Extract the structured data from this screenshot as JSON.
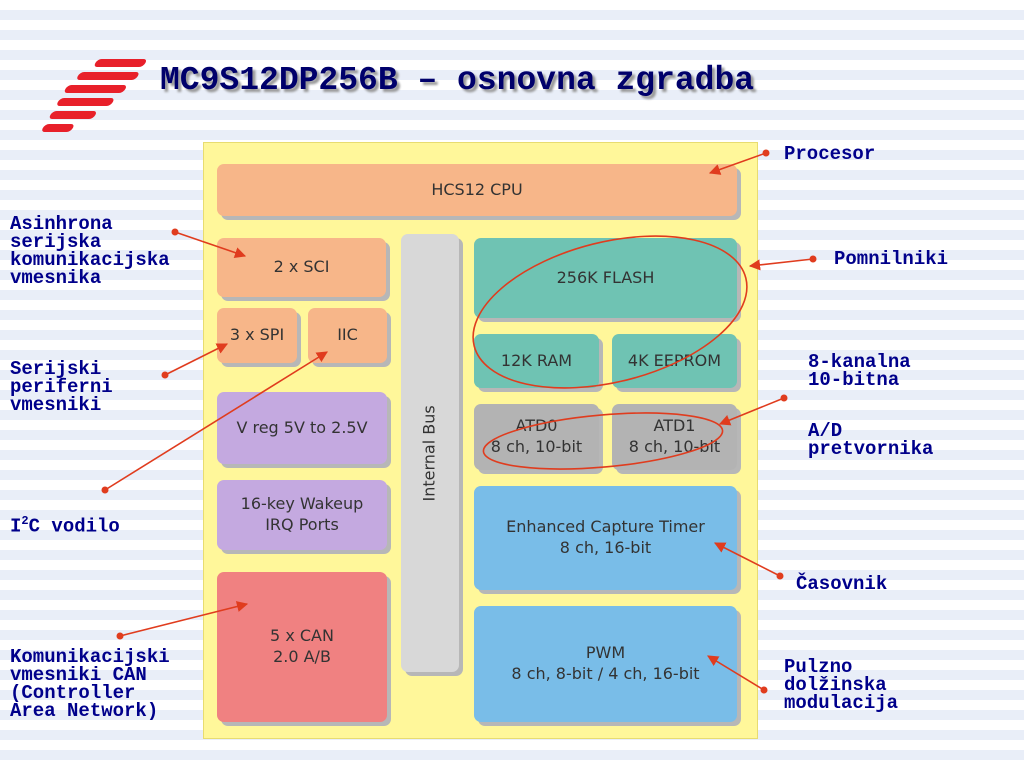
{
  "title": "MC9S12DP256B – osnovna zgradba",
  "blocks": {
    "cpu": "HCS12 CPU",
    "sci": "2 x SCI",
    "spi": "3 x SPI",
    "iic": "IIC",
    "vreg": "V reg 5V to 2.5V",
    "wakeup_1": "16-key Wakeup",
    "wakeup_2": "IRQ Ports",
    "can_1": "5 x CAN",
    "can_2": "2.0 A/B",
    "bus": "Internal Bus",
    "flash": "256K FLASH",
    "ram": "12K RAM",
    "eeprom": "4K EEPROM",
    "atd0_1": "ATD0",
    "atd0_2": "8 ch, 10-bit",
    "atd1_1": "ATD1",
    "atd1_2": "8 ch, 10-bit",
    "ect_1": "Enhanced Capture Timer",
    "ect_2": "8 ch, 16-bit",
    "pwm_1": "PWM",
    "pwm_2": "8 ch, 8-bit / 4 ch, 16-bit"
  },
  "annotations": {
    "procesor": "Procesor",
    "pomnilniki": "Pomnilniki",
    "adc_1": "8-kanalna",
    "adc_2": "10-bitna",
    "adc_3": "A/D",
    "adc_4": "pretvornika",
    "casovnik": "Časovnik",
    "pwm_1": "Pulzno",
    "pwm_2": "dolžinska",
    "pwm_3": "modulacija",
    "sci_1": "Asinhrona",
    "sci_2": "serijska",
    "sci_3": "komunikacijska",
    "sci_4": "vmesnika",
    "spi_1": "Serijski",
    "spi_2": "periferni",
    "spi_3": "vmesniki",
    "i2c_pre": "I",
    "i2c_sup": "2",
    "i2c_post": "C vodilo",
    "can_1": "Komunikacijski",
    "can_2": "vmesniki CAN",
    "can_3": "(Controller",
    "can_4": "Area Network)"
  },
  "colors": {
    "board": "#fff79a",
    "orange": "#f7b689",
    "teal": "#6fc3b3",
    "grey": "#b3b3b3",
    "blue": "#79bde8",
    "purple": "#c4a9e0",
    "red": "#f08181",
    "annotation_text": "#00008b",
    "arrow": "#e03c1e"
  }
}
